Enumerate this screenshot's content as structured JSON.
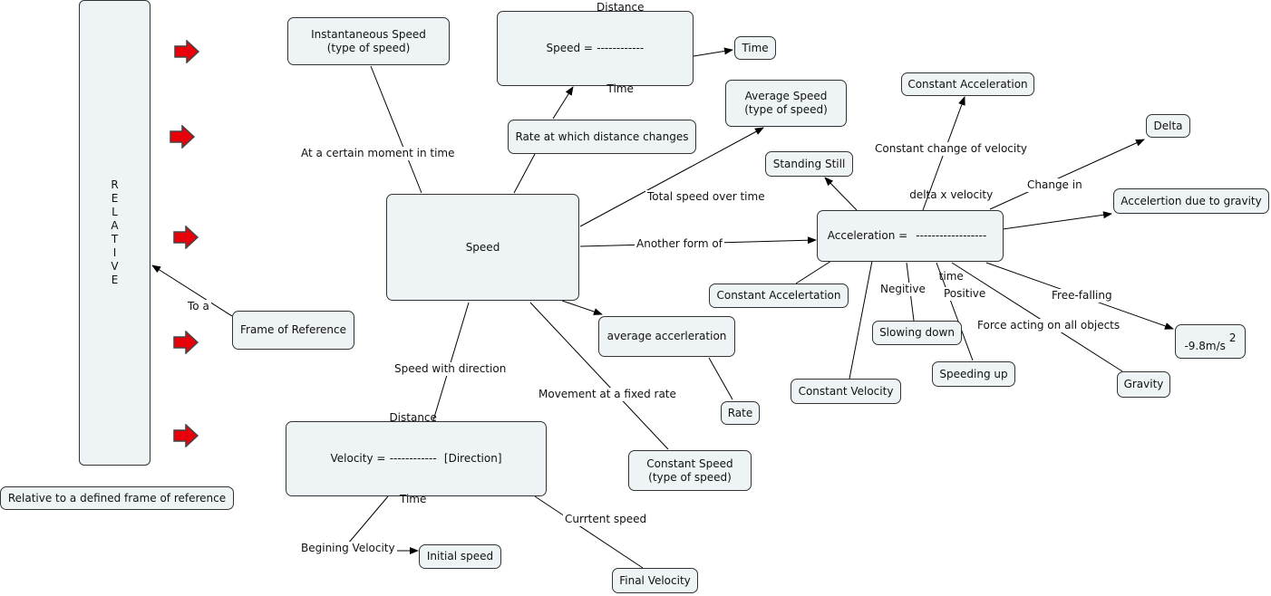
{
  "relative_bar": {
    "letters": [
      "R",
      "E",
      "L",
      "A",
      "T",
      "I",
      "V",
      "E"
    ]
  },
  "nodes": {
    "relative_note": "Relative to a defined frame of reference",
    "instantaneous": "Instantaneous Speed\n(type of speed)",
    "speed_formula": {
      "prefix": "Speed =",
      "num": "Distance",
      "line": "------------",
      "den": "Time"
    },
    "time": "Time",
    "rate_distance": "Rate at which distance changes",
    "average_speed": "Average Speed\n(type of speed)",
    "constant_acceleration": "Constant Acceleration",
    "delta": "Delta",
    "standing_still": "Standing Still",
    "speed": "Speed",
    "acceleration": {
      "prefix": "Acceleration =",
      "num": "delta x velocity",
      "line": "------------------",
      "den": "time"
    },
    "accel_gravity": "Accelertion due to gravity",
    "frame_reference": "Frame of Reference",
    "constant_accelertation": "Constant Accelertation",
    "average_accerleration": "average accerleration",
    "slowing_down": "Slowing down",
    "gravity_value": {
      "base": "-9.8m/s",
      "sup": "2"
    },
    "speeding_up": "Speeding up",
    "constant_velocity": "Constant Velocity",
    "gravity": "Gravity",
    "rate": "Rate",
    "velocity": {
      "prefix": "Velocity =",
      "num": "Distance",
      "line": "------------",
      "den": "Time",
      "suffix": "[Direction]"
    },
    "constant_speed": "Constant Speed\n(type of speed)",
    "initial_speed": "Initial speed",
    "final_velocity": "Final Velocity"
  },
  "labels": {
    "at_moment": "At a certain moment in time",
    "total_speed": "Total speed over time",
    "const_change": "Constant change of velocity",
    "change_in": "Change in",
    "another_form": "Another form of",
    "to_a": "To a",
    "negitive": "Negitive",
    "positive": "Positive",
    "free_falling": "Free-falling",
    "force_acting": "Force acting on all objects",
    "speed_direction": "Speed with direction",
    "fixed_rate": "Movement at a fixed rate",
    "current_speed": "Currtent speed",
    "begining_velocity": "Begining Velocity"
  }
}
